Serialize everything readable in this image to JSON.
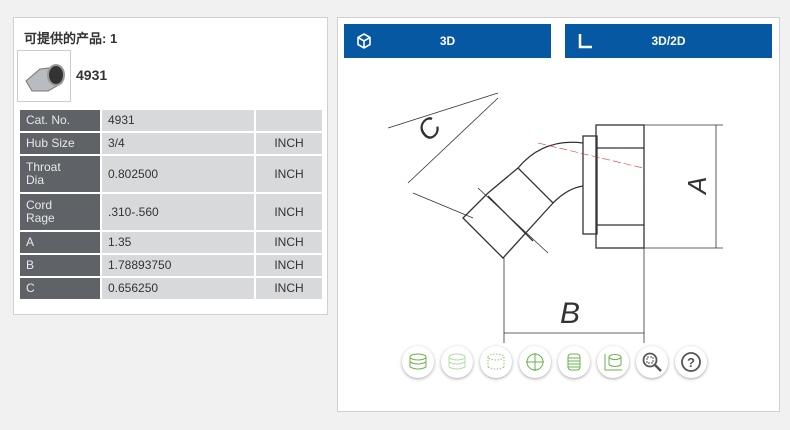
{
  "products": {
    "title": "可提供的产品: 1",
    "name": "4931",
    "rows": [
      {
        "label": "Cat. No.",
        "value": "4931",
        "unit": ""
      },
      {
        "label": "Hub Size",
        "value": "3/4",
        "unit": "INCH"
      },
      {
        "label": "Throat Dia",
        "value": "0.802500",
        "unit": "INCH"
      },
      {
        "label": "Cord Rage",
        "value": ".310-.560",
        "unit": "INCH"
      },
      {
        "label": "A",
        "value": "1.35",
        "unit": "INCH"
      },
      {
        "label": "B",
        "value": "1.78893750",
        "unit": "INCH"
      },
      {
        "label": "C",
        "value": "0.656250",
        "unit": "INCH"
      }
    ]
  },
  "viewer": {
    "btn_3d": "3D",
    "btn_3d2d": "3D/2D",
    "dim_a": "A",
    "dim_b": "B",
    "dim_c": "C",
    "tools": [
      "solid-view",
      "transparent-view",
      "hidden-lines-view",
      "section-view",
      "wireframe-view",
      "dimension-view",
      "zoom-fit",
      "help"
    ]
  },
  "colors": {
    "button": "#0758a3",
    "tool_icon": "#6ab04c"
  }
}
